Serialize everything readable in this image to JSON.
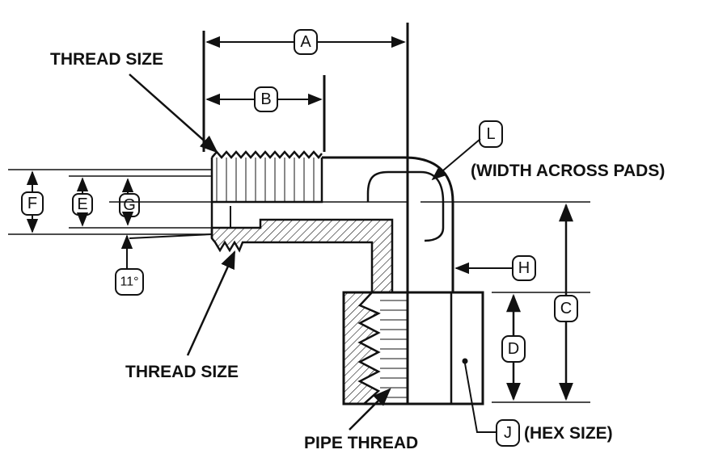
{
  "labels": {
    "thread_size_top": "THREAD SIZE",
    "thread_size_bottom": "THREAD SIZE",
    "pipe_thread": "PIPE THREAD",
    "width_across_pads": "(WIDTH ACROSS PADS)",
    "hex_size": "(HEX SIZE)",
    "angle": "11°"
  },
  "dimensions": {
    "A": "A",
    "B": "B",
    "C": "C",
    "D": "D",
    "E": "E",
    "F": "F",
    "G": "G",
    "H": "H",
    "J": "J",
    "L": "L"
  },
  "colors": {
    "line": "#111111",
    "background": "#ffffff"
  }
}
